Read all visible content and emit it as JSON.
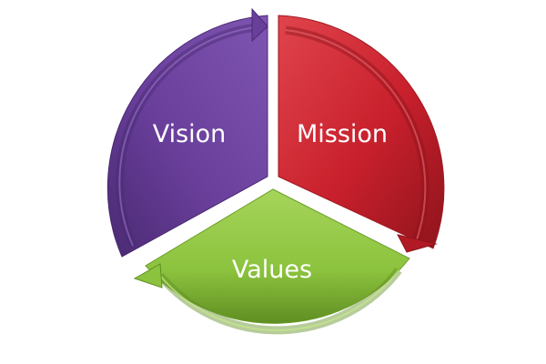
{
  "diagram": {
    "type": "cycle",
    "segments": [
      {
        "id": "mission",
        "label": "Mission",
        "color": "#c8202c",
        "light": "#e0444c",
        "dark": "#8f141c"
      },
      {
        "id": "values",
        "label": "Values",
        "color": "#8cc33e",
        "light": "#a6d45a",
        "dark": "#5f8e22"
      },
      {
        "id": "vision",
        "label": "Vision",
        "color": "#6a3f9c",
        "light": "#7f55b2",
        "dark": "#4a2a72"
      }
    ],
    "flow_order": [
      "vision",
      "mission",
      "values"
    ]
  }
}
